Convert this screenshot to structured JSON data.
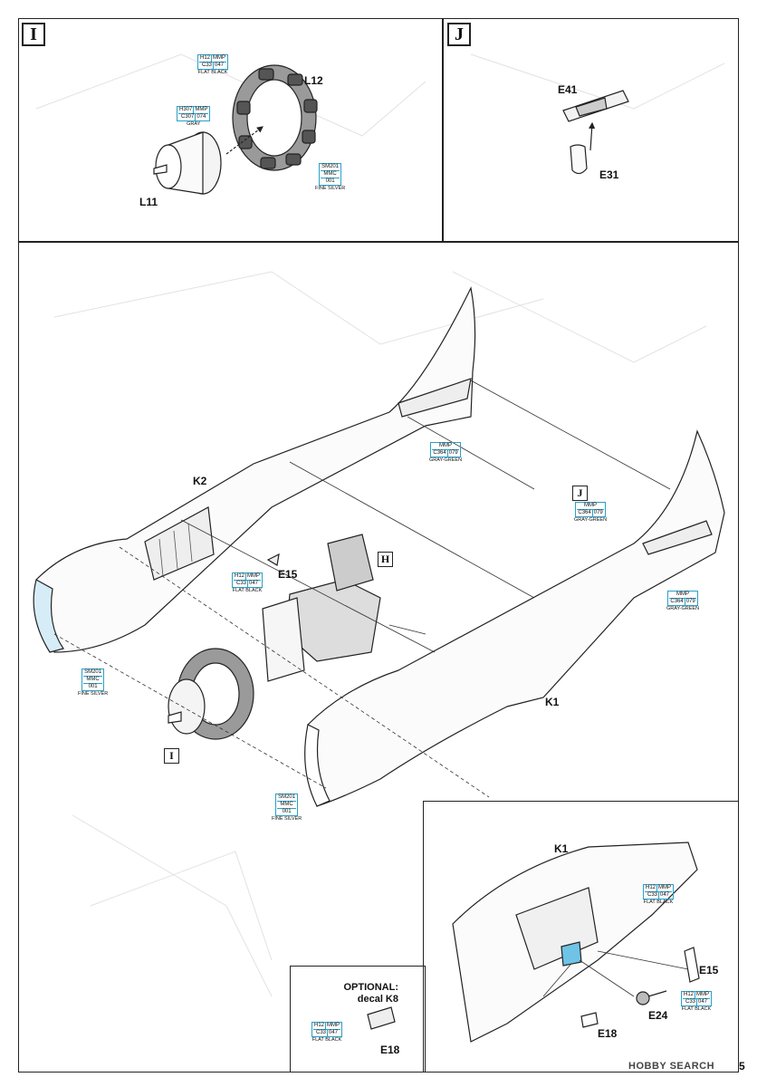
{
  "steps": {
    "I": "I",
    "J": "J",
    "H_ref": "H",
    "I_ref": "I",
    "J_ref": "J"
  },
  "parts": {
    "L12": "L12",
    "L11": "L11",
    "E41": "E41",
    "E31": "E31",
    "K2": "K2",
    "E15_main": "E15",
    "K1_main": "K1",
    "K1_detail": "K1",
    "E15_detail": "E15",
    "E24": "E24",
    "E18_detail": "E18",
    "E18_optional": "E18"
  },
  "paint_callouts": [
    {
      "id": "i_black",
      "h": "H12",
      "mmp": "MMP",
      "c": "C33",
      "num": "047",
      "name": "FLAT BLACK"
    },
    {
      "id": "i_gray",
      "h": "H307",
      "mmp": "MMP",
      "c": "C307",
      "num": "074",
      "name": "GRAY"
    },
    {
      "id": "i_silver",
      "h": "SM201",
      "mmp": "MMC",
      "c": "",
      "num": "001",
      "name": "FINE SILVER"
    },
    {
      "id": "main_graygreen_1",
      "h": "",
      "mmp": "MMP",
      "c": "C364",
      "num": "079",
      "name": "GRAY-GREEN"
    },
    {
      "id": "main_graygreen_2",
      "h": "",
      "mmp": "MMP",
      "c": "C364",
      "num": "079",
      "name": "GRAY-GREEN"
    },
    {
      "id": "main_black",
      "h": "H12",
      "mmp": "MMP",
      "c": "C33",
      "num": "047",
      "name": "FLAT BLACK"
    },
    {
      "id": "main_graygreen_3",
      "h": "",
      "mmp": "MMP",
      "c": "C364",
      "num": "079",
      "name": "GRAY-GREEN"
    },
    {
      "id": "main_silver_1",
      "h": "SM201",
      "mmp": "MMC",
      "c": "",
      "num": "001",
      "name": "FINE SILVER"
    },
    {
      "id": "main_silver_2",
      "h": "SM201",
      "mmp": "MMC",
      "c": "",
      "num": "001",
      "name": "FINE SILVER"
    },
    {
      "id": "detail_black_1",
      "h": "H12",
      "mmp": "MMP",
      "c": "C33",
      "num": "047",
      "name": "FLAT BLACK"
    },
    {
      "id": "detail_black_2",
      "h": "H12",
      "mmp": "MMP",
      "c": "C33",
      "num": "047",
      "name": "FLAT BLACK"
    },
    {
      "id": "opt_black",
      "h": "H12",
      "mmp": "MMP",
      "c": "C33",
      "num": "047",
      "name": "FLAT BLACK"
    }
  ],
  "optional": {
    "line1": "OPTIONAL:",
    "line2": "decal K8"
  },
  "footer": {
    "brand": "HOBBY SEARCH",
    "page": "5"
  },
  "colors": {
    "paint_border": "#2aa0c8",
    "line": "#222222",
    "ghost": "#d8d8d8"
  }
}
